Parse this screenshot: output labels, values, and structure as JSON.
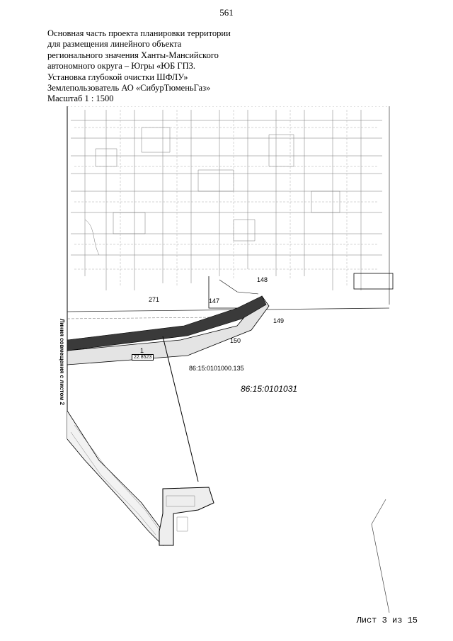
{
  "page_number": "561",
  "header": {
    "lines": [
      "Основная часть проекта планировки территории",
      "для размещения линейного объекта",
      "регионального значения Ханты-Мансийского",
      "автономного округа – Югры «ЮБ ГПЗ.",
      "Установка глубокой очистки ШФЛУ»",
      "Землепользователь АО «СибурТюменьГаз»",
      "Масштаб 1 : 1500"
    ]
  },
  "map": {
    "labels": {
      "l271": "271",
      "l147": "147",
      "l148": "148",
      "l149": "149",
      "l150": "150",
      "l1": "1",
      "area": "22.8523",
      "parcel": "86:15:0101000.135",
      "quarter": "86:15:0101031",
      "side_note": "Линия совмещения с листом 2"
    }
  },
  "footer": {
    "sheet": "Лист 3 из 15"
  }
}
